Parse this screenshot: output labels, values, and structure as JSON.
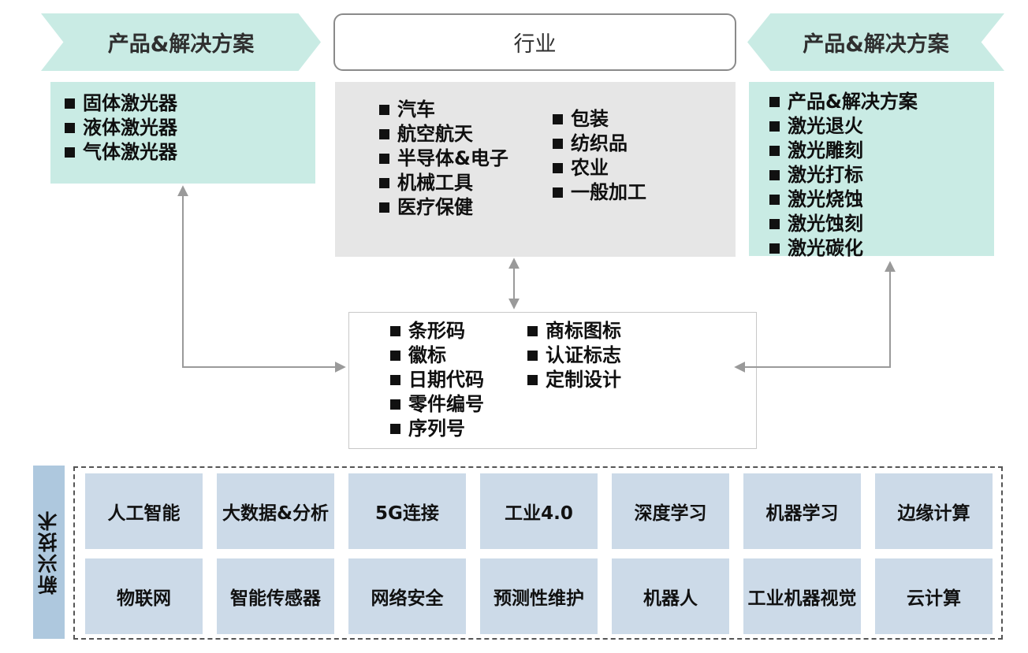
{
  "header": {
    "left_banner": "产品&解决方案",
    "center_banner": "行业",
    "right_banner": "产品&解决方案"
  },
  "left_box": {
    "items": [
      "固体激光器",
      "液体激光器",
      "气体激光器"
    ]
  },
  "industry_box": {
    "col1": [
      "汽车",
      "航空航天",
      "半导体&电子",
      "机械工具",
      "医疗保健"
    ],
    "col2": [
      "包装",
      "纺织品",
      "农业",
      "一般加工"
    ]
  },
  "right_box": {
    "items": [
      "产品&解决方案",
      "激光退火",
      "激光雕刻",
      "激光打标",
      "激光烧蚀",
      "激光蚀刻",
      "激光碳化"
    ]
  },
  "marking_box": {
    "col1": [
      "条形码",
      "徽标",
      "日期代码",
      "零件编号",
      "序列号"
    ],
    "col2": [
      "商标图标",
      "认证标志",
      "定制设计"
    ]
  },
  "tech": {
    "label": "新兴技术",
    "row1": [
      "人工智能",
      "大数据&分析",
      "5G连接",
      "工业4.0",
      "深度学习",
      "机器学习",
      "边缘计算"
    ],
    "row2": [
      "物联网",
      "智能传感器",
      "网络安全",
      "预测性维护",
      "机器人",
      "工业机器视觉",
      "云计算"
    ]
  },
  "colors": {
    "mint": "#c9ebe4",
    "gray": "#e6e6e6",
    "tile_blue": "#ccdae8",
    "label_blue": "#aec8de",
    "arrow": "#9a9a9a"
  }
}
